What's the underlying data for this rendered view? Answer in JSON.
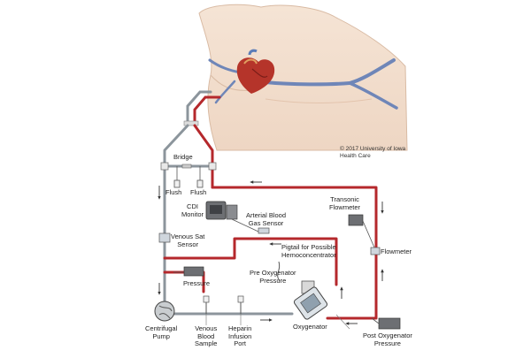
{
  "copyright": {
    "line1": "© 2017 University of Iowa",
    "line2": "Health Care"
  },
  "labels": {
    "bridge": "Bridge",
    "flush_left": "Flush",
    "flush_right": "Flush",
    "cdi_monitor_1": "CDI",
    "cdi_monitor_2": "Monitor",
    "abg_sensor_1": "Arterial Blood",
    "abg_sensor_2": "Gas Sensor",
    "transonic_1": "Transonic",
    "transonic_2": "Flowmeter",
    "flowmeter": "Flowmeter",
    "venous_sat_1": "Venous Sat",
    "venous_sat_2": "Sensor",
    "pigtail_1": "Pigtail for Possible",
    "pigtail_2": "Hemoconcentrator",
    "pressure": "Pressure",
    "pre_oxy_1": "Pre Oxygenator",
    "pre_oxy_2": "Pressure",
    "centrifugal_1": "Centrifugal",
    "centrifugal_2": "Pump",
    "venous_sample_1": "Venous",
    "venous_sample_2": "Blood",
    "venous_sample_3": "Sample",
    "heparin_1": "Heparin",
    "heparin_2": "Infusion",
    "heparin_3": "Port",
    "oxygenator": "Oxygenator",
    "post_oxy_1": "Post Oxygenator",
    "post_oxy_2": "Pressure"
  },
  "colors": {
    "skin": "#f1dccb",
    "skin_shadow": "#e3c4ad",
    "vein": "#6f86b8",
    "tube_gray": "#8c959c",
    "tube_red": "#b5282c",
    "heart": "#b5342a",
    "device": "#6d6f73"
  }
}
